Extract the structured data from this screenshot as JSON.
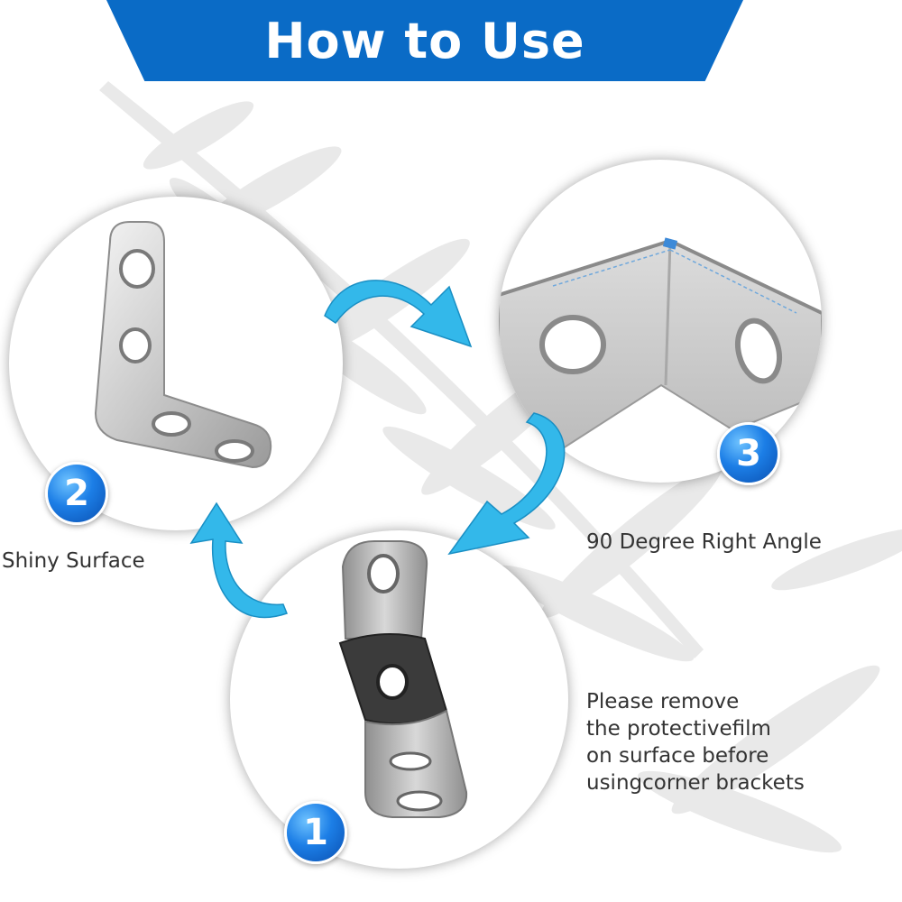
{
  "header": {
    "title": "How to Use"
  },
  "steps": [
    {
      "number": "1",
      "caption_lines": [
        "Please remove",
        "the protectivefilm",
        "on surface before",
        "usingcorner brackets"
      ]
    },
    {
      "number": "2",
      "caption": "Shiny Surface"
    },
    {
      "number": "3",
      "caption": "90 Degree Right Angle"
    }
  ],
  "colors": {
    "banner": "#0a6bc6",
    "badge": "#1c7ee6",
    "arrow": "#33b8ea",
    "text": "#333333"
  },
  "icons": [
    "curved-arrow-icon",
    "corner-bracket-icon"
  ]
}
